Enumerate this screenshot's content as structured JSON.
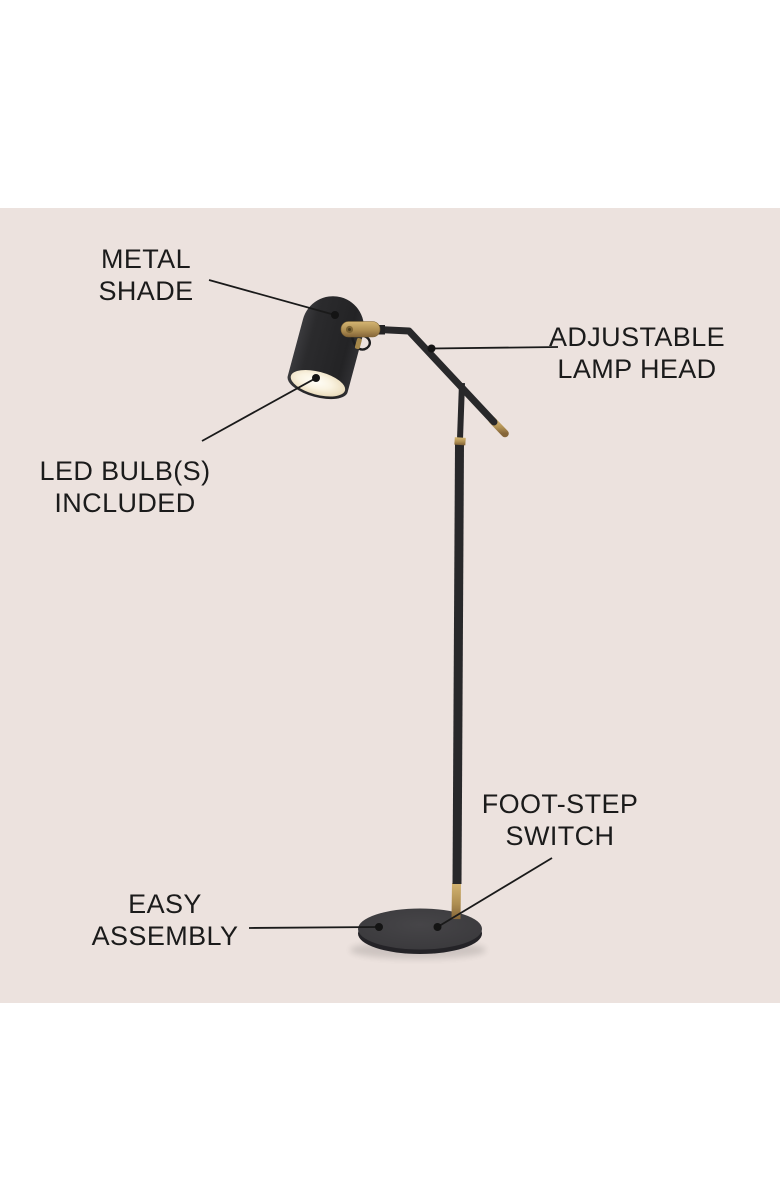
{
  "page": {
    "background": "#ffffff",
    "panel_color": "#ece2de",
    "subject": "floor lamp product callout diagram"
  },
  "colors": {
    "label_text": "#1b1b1b",
    "leader_line": "#1a1a1a",
    "lamp_black": "#28282a",
    "brass": "#b09053",
    "base_gray": "#3c3b3e",
    "shade_interior_glow": "#fbf3de"
  },
  "annotations": [
    {
      "id": "metal-shade",
      "label": "METAL\nSHADE"
    },
    {
      "id": "adjustable-lamp-head",
      "label": "ADJUSTABLE\nLAMP HEAD"
    },
    {
      "id": "led-bulbs-included",
      "label": "LED BULB(S)\nINCLUDED"
    },
    {
      "id": "foot-step-switch",
      "label": "FOOT-STEP\nSWITCH"
    },
    {
      "id": "easy-assembly",
      "label": "EASY\nASSEMBLY"
    }
  ]
}
